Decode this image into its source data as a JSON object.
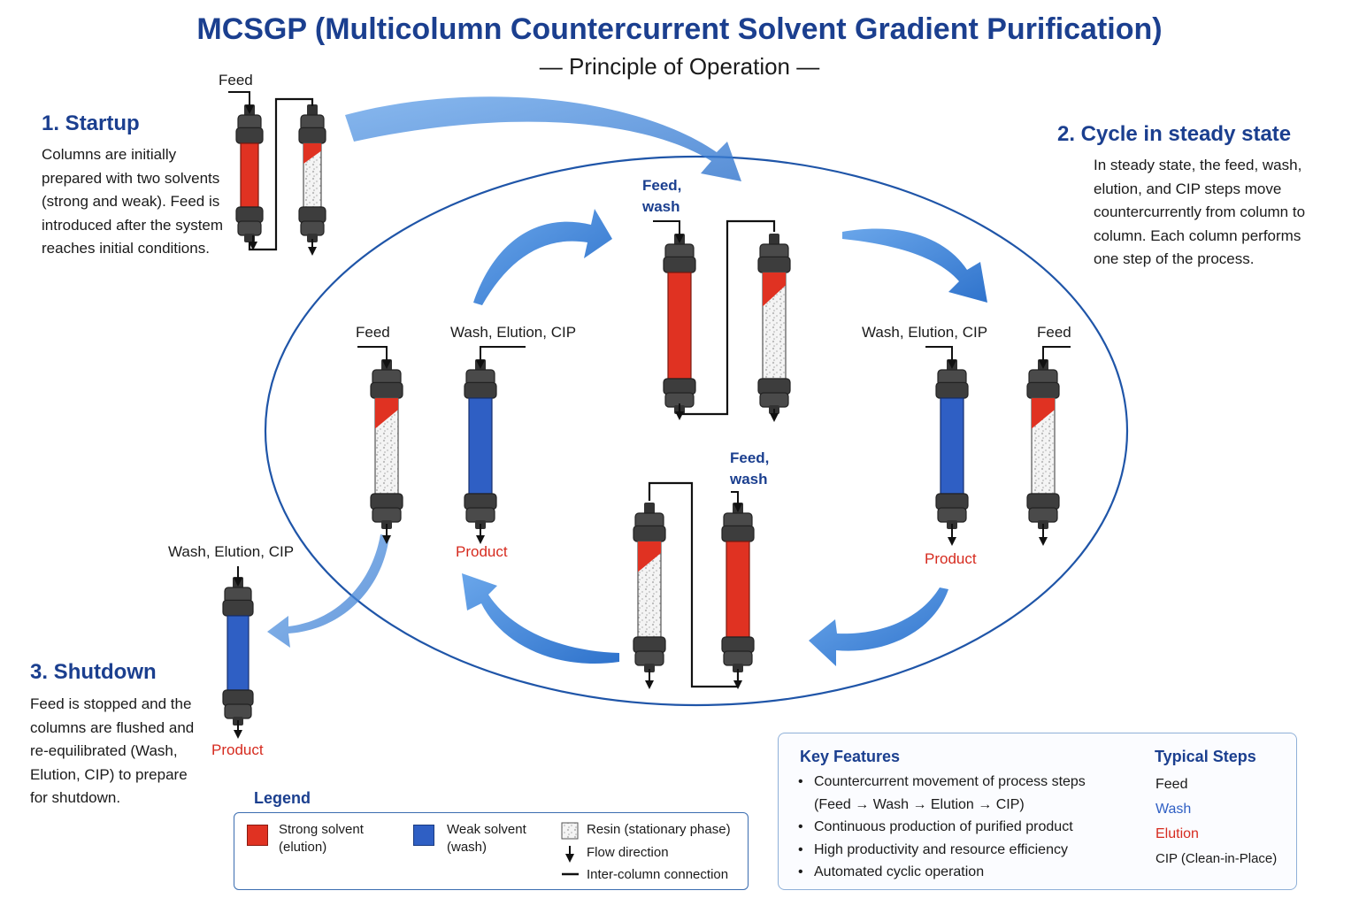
{
  "header": {
    "title": "MCSGP (Multicolumn Countercurrent Solvent Gradient Purification)",
    "subtitle": "— Principle of Operation —"
  },
  "startup": {
    "heading": "1. Startup",
    "text": "Columns are initially prepared with two solvents (strong and weak). Feed is introduced after the system reaches initial conditions.",
    "feed_label": "Feed"
  },
  "steady": {
    "heading": "2. Cycle in steady state",
    "text": "In steady state, the feed, wash, elution, and CIP steps move countercurrently from column to column. Each column performs one step of the process."
  },
  "shutdown": {
    "heading": "3. Shutdown",
    "text": "Feed is stopped and the columns are flushed and re-equilibrated (Wash, Elution, CIP) to prepare for shutdown.",
    "input_label": "Wash, Elution, CIP",
    "product_label": "Product"
  },
  "cycle": {
    "top_input": "Feed,\nwash",
    "bottom_input": "Feed,\nwash",
    "left_feed": "Feed",
    "left_wash": "Wash, Elution, CIP",
    "left_product": "Product",
    "right_wash": "Wash, Elution, CIP",
    "right_feed": "Feed",
    "right_product": "Product"
  },
  "legend": {
    "title": "Legend",
    "strong": "Strong solvent\n(elution)",
    "weak": "Weak solvent\n(wash)",
    "resin": "Resin (stationary phase)",
    "flow": "Flow direction",
    "connection": "Inter-column connection"
  },
  "features": {
    "title": "Key Features",
    "items": [
      "Countercurrent movement of process steps",
      "(Feed → Wash → Elution → CIP)",
      "Continuous production of purified product",
      "High productivity and resource efficiency",
      "Automated cyclic operation"
    ]
  },
  "typical_steps": {
    "title": "Typical Steps",
    "steps": [
      "Feed",
      "Wash",
      "Elution",
      "CIP (Clean-in-Place)"
    ]
  },
  "colors": {
    "strong": "#e03222",
    "weak": "#2f5fc4",
    "accent": "#1b3f8f",
    "arrow": "#3f87d8",
    "product": "#d62b1f"
  }
}
